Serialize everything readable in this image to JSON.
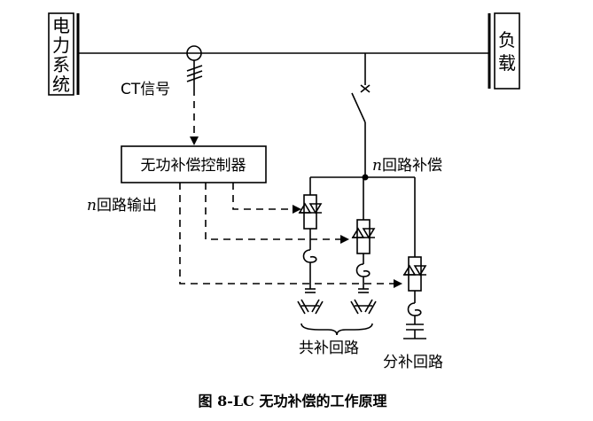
{
  "source_label": [
    "电",
    "力",
    "系",
    "统"
  ],
  "load_label": [
    "负",
    "载"
  ],
  "ct_label": "CT信号",
  "controller_label": "无功补偿控制器",
  "n_symbol": "n",
  "branch_compensation_suffix": "回路补偿",
  "output_suffix": "回路输出",
  "common_label": "共补回路",
  "split_label": "分补回路",
  "caption": "图 8-LC 无功补偿的工作原理"
}
